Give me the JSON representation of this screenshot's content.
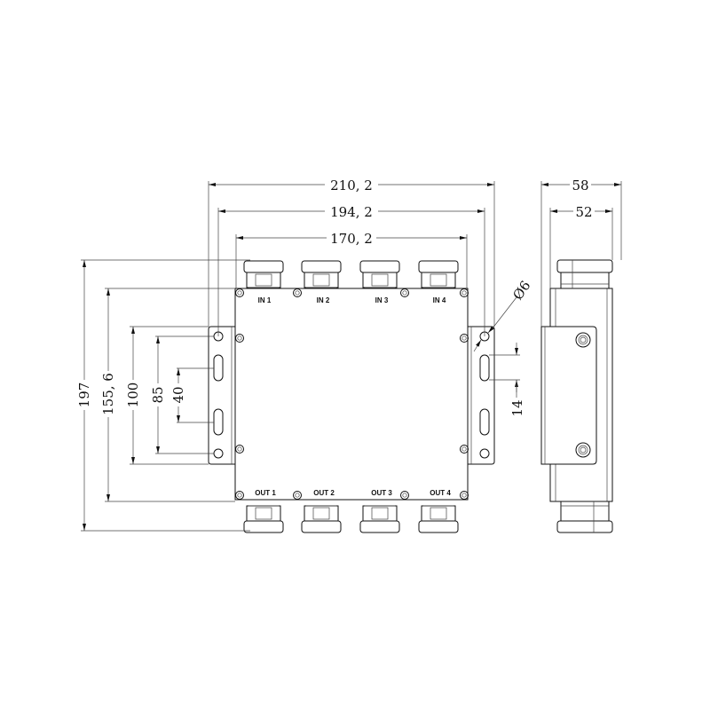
{
  "drawing": {
    "front_view": {
      "input_labels": [
        "IN 1",
        "IN 2",
        "IN 3",
        "IN 4"
      ],
      "output_labels": [
        "OUT 1",
        "OUT 2",
        "OUT 3",
        "OUT 4"
      ]
    },
    "dimensions": {
      "width_overall": "210, 2",
      "width_hole_pitch": "194, 2",
      "width_body": "170, 2",
      "height_overall": "197",
      "height_body": "155, 6",
      "height_bracket": "100",
      "height_hole_pitch": "85",
      "slot_pitch": "40",
      "hole_diameter": "Ø6",
      "slot_length": "14",
      "depth_overall": "58",
      "depth_body": "52"
    }
  }
}
